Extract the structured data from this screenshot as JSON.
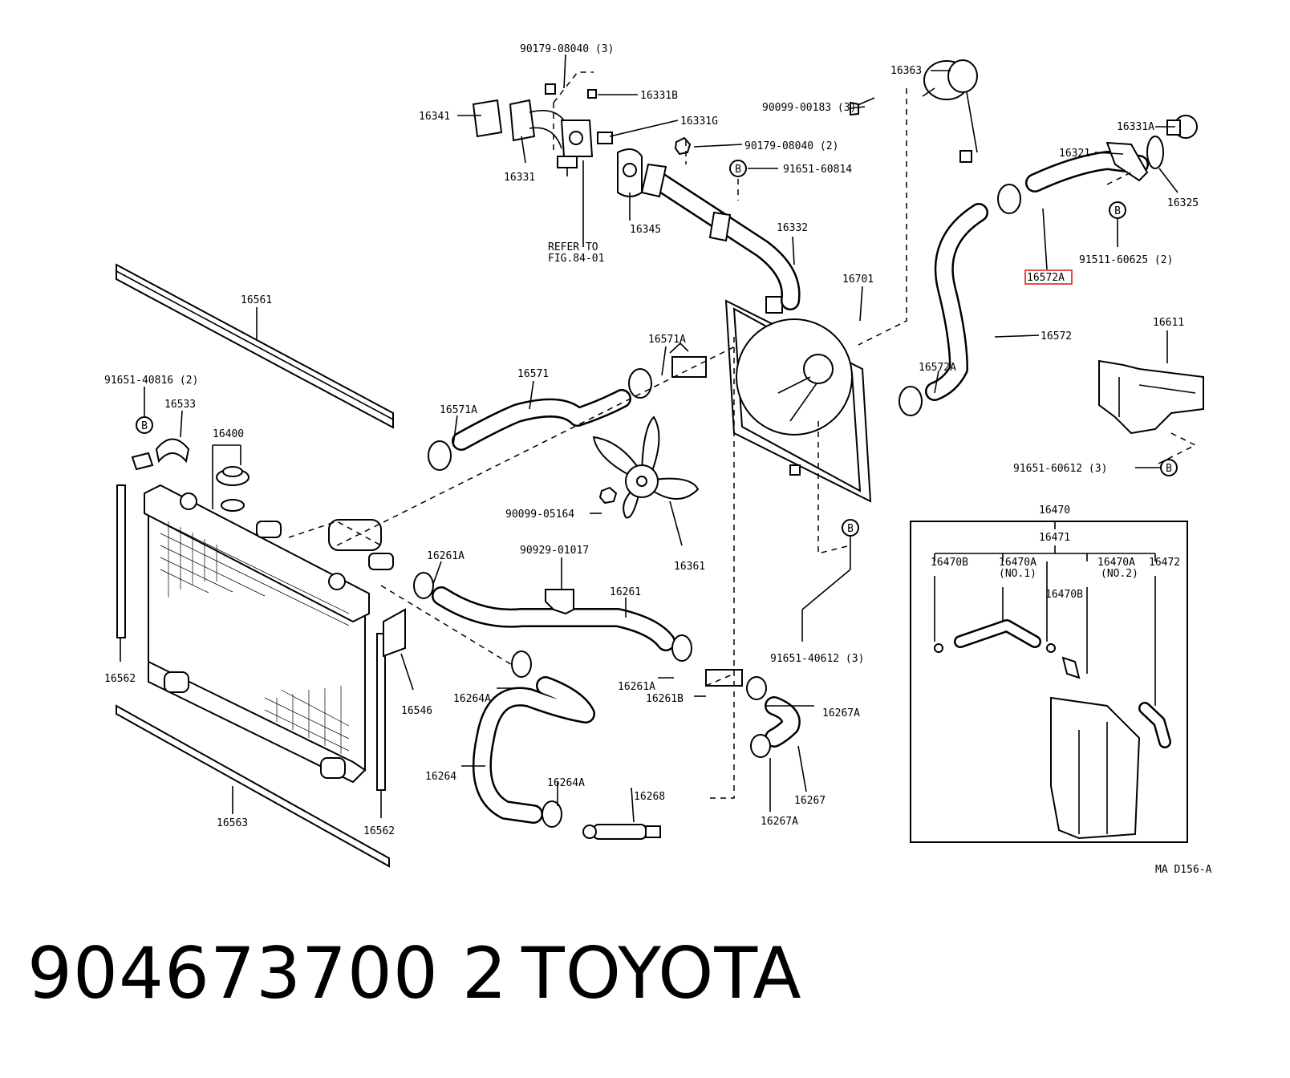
{
  "diagram": {
    "labels": {
      "l_90179_08040_3": "90179-08040 (3)",
      "l_16331b": "16331B",
      "l_16341": "16341",
      "l_16331g": "16331G",
      "l_90179_08040_2": "90179-08040 (2)",
      "l_91651_60814": "91651-60814",
      "l_16331": "16331",
      "l_16345": "16345",
      "l_refer_1": "REFER TO",
      "l_refer_2": "FIG.84-01",
      "l_16363": "16363",
      "l_90099_00183": "90099-00183 (3)",
      "l_16331a": "16331A",
      "l_16321": "16321",
      "l_16325": "16325",
      "l_16332": "16332",
      "l_91511_60625": "91511-60625 (2)",
      "l_16572a_hl": "16572A",
      "l_16561": "16561",
      "l_16701": "16701",
      "l_16572": "16572",
      "l_16611": "16611",
      "l_16571a_top": "16571A",
      "l_91651_40816": "91651-40816 (2)",
      "l_16571": "16571",
      "l_16572a": "16572A",
      "l_16533": "16533",
      "l_16571a_left": "16571A",
      "l_16400": "16400",
      "l_91651_60612": "91651-60612 (3)",
      "l_90099_05164": "90099-05164",
      "l_16470": "16470",
      "l_16471": "16471",
      "l_16261a_top": "16261A",
      "l_90929_01017": "90929-01017",
      "l_16361": "16361",
      "l_16470b_l": "16470B",
      "l_16470a_no1": "16470A",
      "l_no1": "(NO.1)",
      "l_16470a_no2": "16470A",
      "l_no2": "(NO.2)",
      "l_16472": "16472",
      "l_16261": "16261",
      "l_16470b_m": "16470B",
      "l_91651_40612": "91651-40612 (3)",
      "l_16562_left": "16562",
      "l_16264a_left": "16264A",
      "l_16261a_mid": "16261A",
      "l_16261b": "16261B",
      "l_16546": "16546",
      "l_16267a_right": "16267A",
      "l_16264": "16264",
      "l_16264a_bot": "16264A",
      "l_16268": "16268",
      "l_16267": "16267",
      "l_16267a_bot": "16267A",
      "l_16563": "16563",
      "l_16562_right": "16562",
      "l_ma_d156": "MA D156-A"
    },
    "ref_markers": {
      "b1": "B",
      "b2": "B",
      "b3": "B",
      "b4": "B",
      "b5": "B"
    },
    "highlight_color": "#e0201c"
  },
  "footer": {
    "part_number": "904673700 2",
    "brand": "TOYOTA"
  }
}
